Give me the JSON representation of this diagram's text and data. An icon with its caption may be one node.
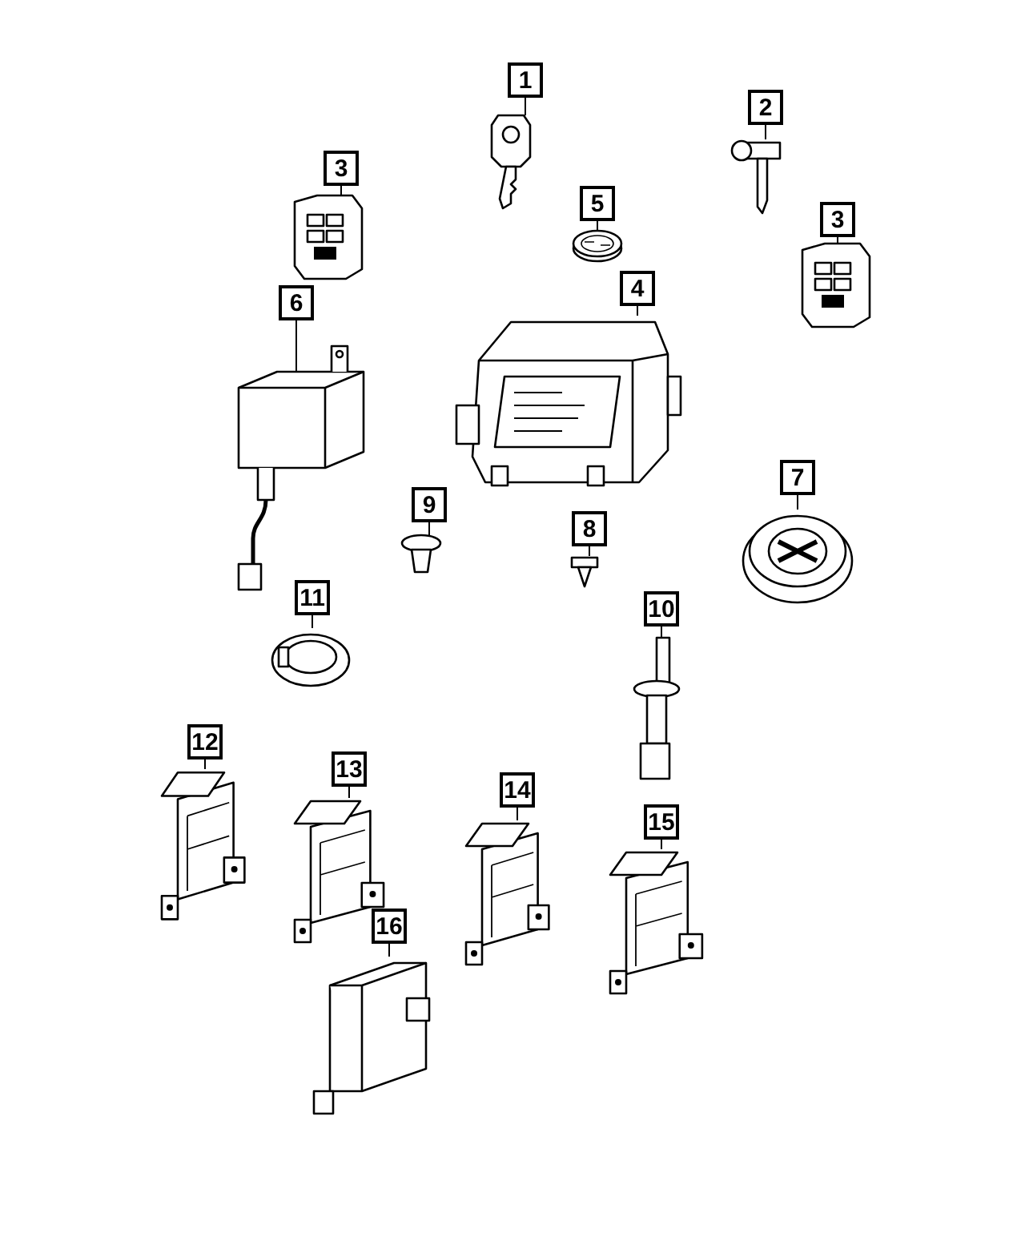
{
  "diagram": {
    "nodes": [
      {
        "text": [
          "1"
        ]
      },
      {
        "text": [
          "2"
        ]
      },
      {
        "text": [
          "3"
        ]
      },
      {
        "text": [
          "5"
        ]
      },
      {
        "text": [
          "3"
        ]
      },
      {
        "text": [
          "4"
        ]
      },
      {
        "text": [
          "6"
        ]
      },
      {
        "text": [
          "7"
        ]
      },
      {
        "text": [
          "9"
        ]
      },
      {
        "text": [
          "8"
        ]
      },
      {
        "text": [
          "11"
        ]
      },
      {
        "text": [
          "10"
        ]
      },
      {
        "text": [
          "12"
        ]
      },
      {
        "text": [
          "13"
        ]
      },
      {
        "text": [
          "14"
        ]
      },
      {
        "text": [
          "15"
        ]
      },
      {
        "text": [
          "16"
        ]
      },
      {
        "text": [],
        "shape": "picture"
      },
      {
        "text": [],
        "shape": "picture"
      },
      {
        "text": [],
        "shape": "picture"
      },
      {
        "text": [],
        "shape": "picture"
      },
      {
        "text": [],
        "shape": "picture"
      },
      {
        "text": [],
        "shape": "picture"
      },
      {
        "text": [],
        "shape": "picture"
      },
      {
        "text": [],
        "shape": "picture"
      },
      {
        "text": [],
        "shape": "picture"
      },
      {
        "text": [],
        "shape": "picture"
      },
      {
        "text": [],
        "shape": "picture"
      },
      {
        "text": [],
        "shape": "picture"
      },
      {
        "text": [],
        "shape": "picture"
      },
      {
        "text": [],
        "shape": "picture"
      },
      {
        "text": [],
        "shape": "picture"
      },
      {
        "text": [],
        "shape": "picture"
      },
      {
        "text": [],
        "shape": "picture"
      }
    ],
    "edges": [
      {
        "from": 0,
        "to": 17,
        "arrow": "none"
      },
      {
        "from": 1,
        "to": 18,
        "arrow": "none"
      },
      {
        "from": 2,
        "to": 19,
        "arrow": "none"
      },
      {
        "from": 3,
        "to": 20,
        "arrow": "none"
      },
      {
        "from": 4,
        "to": 21,
        "arrow": "none"
      },
      {
        "from": 5,
        "to": 22,
        "arrow": "none"
      },
      {
        "from": 6,
        "to": 23,
        "arrow": "none"
      },
      {
        "from": 7,
        "to": 24,
        "arrow": "none"
      },
      {
        "from": 8,
        "to": 25,
        "arrow": "none"
      },
      {
        "from": 9,
        "to": 26,
        "arrow": "none"
      },
      {
        "from": 10,
        "to": 27,
        "arrow": "none"
      },
      {
        "from": 11,
        "to": 28,
        "arrow": "none"
      },
      {
        "from": 12,
        "to": 29,
        "arrow": "none"
      },
      {
        "from": 13,
        "to": 30,
        "arrow": "none"
      },
      {
        "from": 14,
        "to": 31,
        "arrow": "none"
      },
      {
        "from": 15,
        "to": 32,
        "arrow": "none"
      },
      {
        "from": 16,
        "to": 33,
        "arrow": "none"
      }
    ]
  }
}
